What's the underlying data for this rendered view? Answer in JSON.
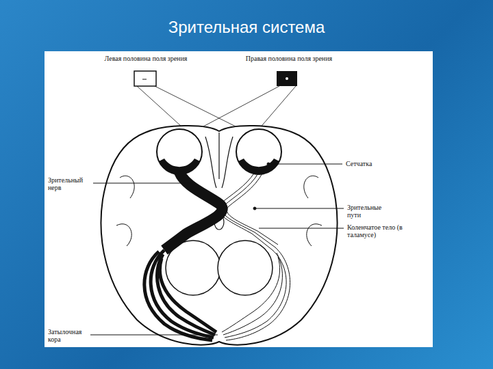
{
  "diagram": {
    "title": "Зрительная система",
    "labels": [
      "Левая половина поля зрения",
      "Правая половина поля зрения",
      "Сетчатка",
      "Зрительный нерв",
      "Зрительные пути",
      "Коленчатое тело (в таламусе)",
      "Затылочная кора"
    ]
  }
}
